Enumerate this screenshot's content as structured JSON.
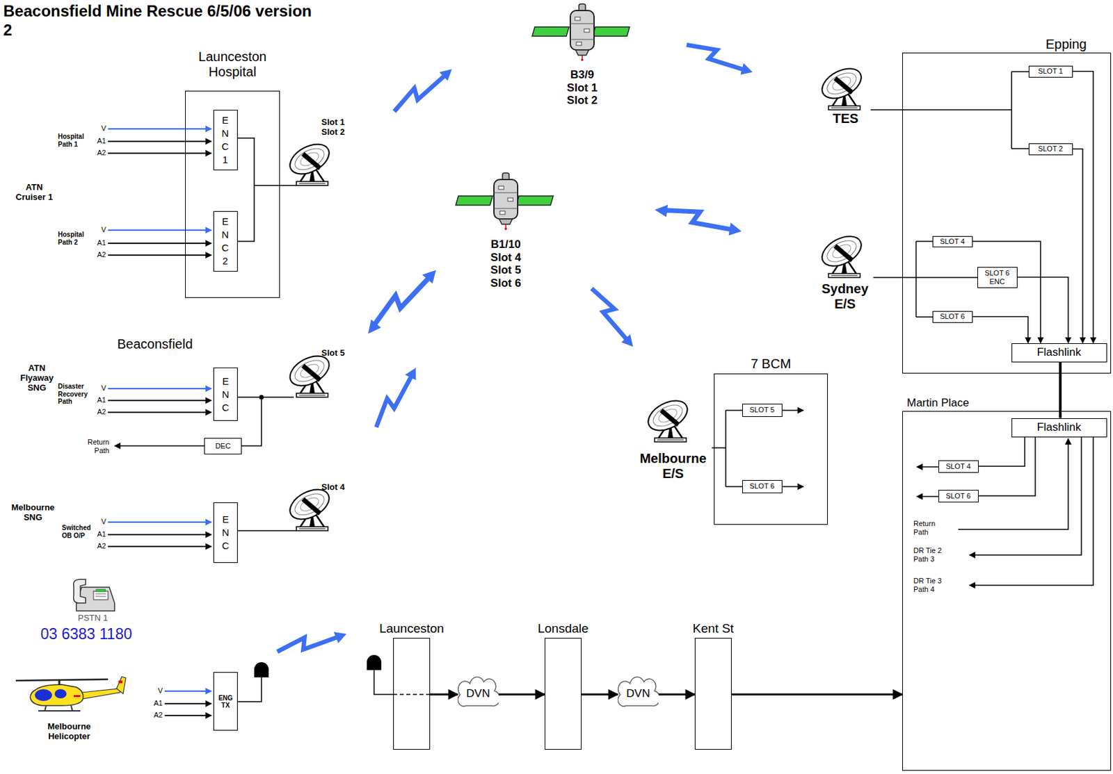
{
  "diagram": {
    "title": "Beaconsfield Mine Rescue 6/5/06 version 2",
    "nodes": [
      {
        "text": [
          "Launceston Hospital"
        ]
      },
      {
        "text": [
          "E N C 1"
        ],
        "in": 0
      },
      {
        "text": [
          "E N C 2"
        ],
        "in": 0
      },
      {
        "text": [
          "E N C"
        ]
      },
      {
        "text": [
          "DEC"
        ]
      },
      {
        "text": [
          "E N C"
        ]
      },
      {
        "text": [
          "ENG TX"
        ]
      },
      {
        "text": [
          "Epping"
        ]
      },
      {
        "text": [
          "SLOT 1"
        ],
        "in": 7
      },
      {
        "text": [
          "SLOT 2"
        ],
        "in": 7
      },
      {
        "text": [
          "SLOT 4"
        ],
        "in": 7
      },
      {
        "text": [
          "SLOT 6 ENC"
        ],
        "in": 7
      },
      {
        "text": [
          "SLOT 6"
        ],
        "in": 7
      },
      {
        "text": [
          "Flashlink"
        ],
        "in": 7
      },
      {
        "text": [
          "7 BCM"
        ]
      },
      {
        "text": [
          "SLOT 5"
        ],
        "in": 14
      },
      {
        "text": [
          "SLOT 6"
        ],
        "in": 14
      },
      {
        "text": [
          "Martin Place"
        ]
      },
      {
        "text": [
          "Flashlink"
        ],
        "in": 17
      },
      {
        "text": [
          "SLOT 4"
        ],
        "in": 17
      },
      {
        "text": [
          "SLOT 6"
        ],
        "in": 17
      },
      {
        "text": [
          "Launceston"
        ]
      },
      {
        "text": [
          "DVN"
        ]
      },
      {
        "text": [
          "Lonsdale"
        ]
      },
      {
        "text": [
          "DVN"
        ]
      },
      {
        "text": [
          "Kent St"
        ]
      }
    ],
    "edges": [
      {
        "from": 8,
        "to": 13,
        "arrow": "to"
      },
      {
        "from": 9,
        "to": 13,
        "arrow": "to"
      },
      {
        "from": 10,
        "to": 13,
        "arrow": "to"
      },
      {
        "from": 11,
        "to": 13,
        "arrow": "to"
      },
      {
        "from": 12,
        "to": 13,
        "arrow": "to"
      },
      {
        "from": 13,
        "to": 18,
        "arrow": "none"
      },
      {
        "from": 18,
        "to": 19,
        "arrow": "none"
      },
      {
        "from": 18,
        "to": 20,
        "arrow": "none"
      },
      {
        "from": 21,
        "to": 22,
        "arrow": "to"
      },
      {
        "from": 22,
        "to": 23,
        "arrow": "to"
      },
      {
        "from": 23,
        "to": 24,
        "arrow": "to"
      },
      {
        "from": 24,
        "to": 25,
        "arrow": "to"
      },
      {
        "from": 25,
        "to": 17,
        "arrow": "to"
      }
    ],
    "labels": [
      "Slot 1 Slot 2",
      "ATN Cruiser 1",
      "Hospital Path 1",
      "V",
      "A1",
      "A2",
      "Hospital Path 2",
      "V",
      "A1",
      "A2",
      "Beaconsfield",
      "ATN Flyaway SNG",
      "Disaster Recovery Path",
      "V",
      "A1",
      "A2",
      "Return Path",
      "Slot 5",
      "Slot 4",
      "Melbourne SNG",
      "Switched OB O/P",
      "V",
      "A1",
      "A2",
      "PSTN 1",
      "03 6383 1180",
      "Melbourne Helicopter",
      "V",
      "A1",
      "A2",
      "B3/9 Slot 1 Slot 2",
      "B1/10 Slot 4 Slot 5 Slot 6",
      "TES",
      "Sydney E/S",
      "Melbourne E/S",
      "Return Path",
      "DR Tie 2 Path 3",
      "DR Tie 3 Path 4"
    ]
  }
}
